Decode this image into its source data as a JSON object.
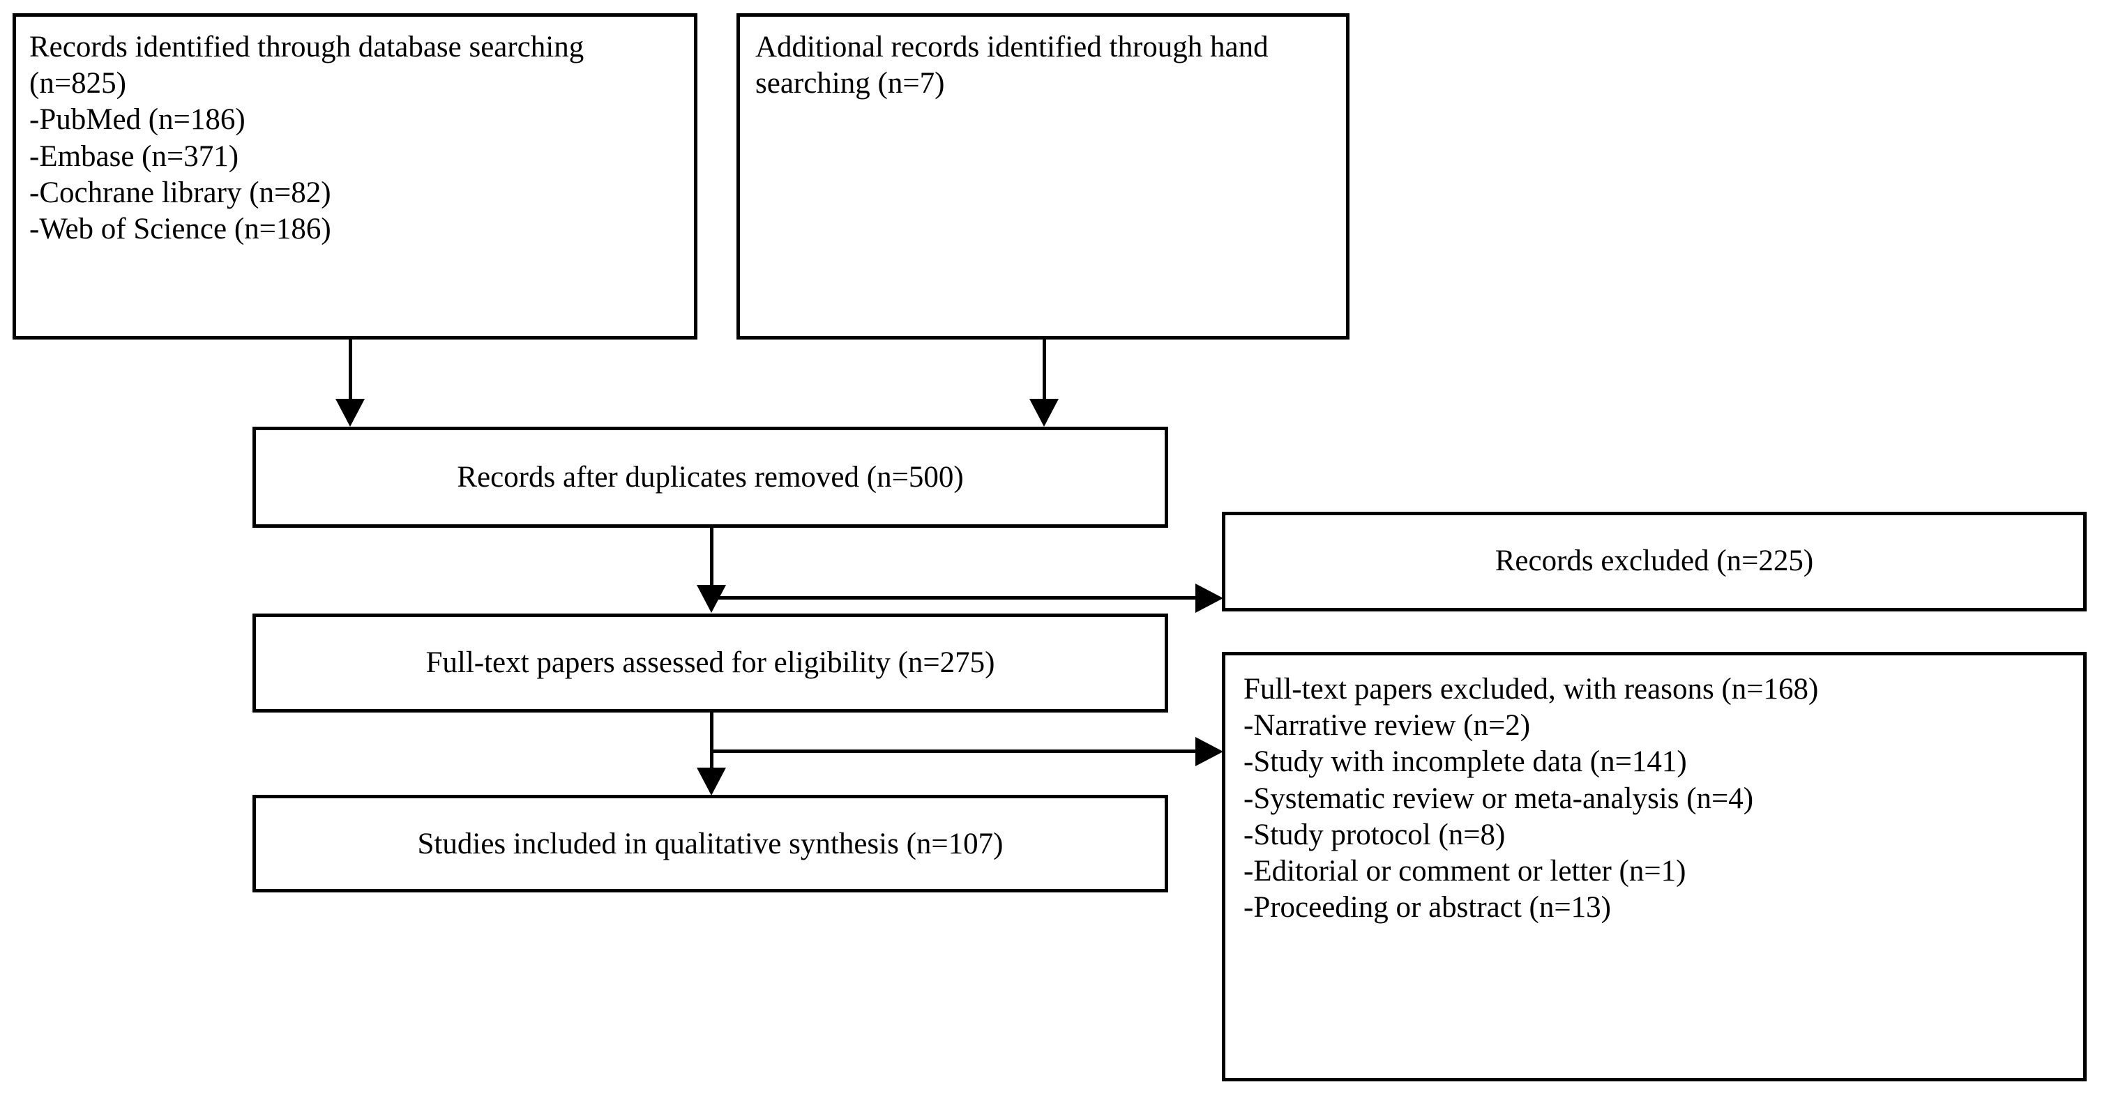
{
  "diagram": {
    "title": "PRISMA study selection flow diagram",
    "type": "flowchart",
    "ink_color": "#000000",
    "background_color": "#ffffff"
  },
  "boxes": {
    "identification_database": {
      "text": "Records identified through database searching (n=825)\n-PubMed (n=186)\n-Embase (n=371)\n-Cochrane library (n=82)\n-Web of Science (n=186)",
      "align": "left"
    },
    "identification_hand": {
      "text": "Additional records identified through hand searching (n=7)",
      "align": "left"
    },
    "duplicates_removed": {
      "text": "Records after duplicates removed (n=500)",
      "align": "center"
    },
    "records_excluded": {
      "text": "Records excluded (n=225)",
      "align": "center"
    },
    "fulltext_assessed": {
      "text": "Full-text papers assessed for eligibility (n=275)",
      "align": "center"
    },
    "fulltext_excluded": {
      "text": "Full-text papers excluded, with reasons (n=168)\n-Narrative review (n=2)\n-Study with incomplete data (n=141)\n-Systematic review or meta-analysis (n=4)\n-Study protocol (n=8)\n-Editorial or comment or letter (n=1)\n-Proceeding or abstract (n=13)",
      "align": "left"
    },
    "studies_included": {
      "text": "Studies included in qualitative synthesis (n=107)",
      "align": "center"
    }
  },
  "chart_data": {
    "type": "flowchart",
    "title": "PRISMA study selection flow diagram",
    "nodes": [
      {
        "id": "identification_database",
        "label": "Records identified through database searching",
        "n": 825,
        "breakdown": [
          {
            "source": "PubMed",
            "n": 186
          },
          {
            "source": "Embase",
            "n": 371
          },
          {
            "source": "Cochrane library",
            "n": 82
          },
          {
            "source": "Web of Science",
            "n": 186
          }
        ]
      },
      {
        "id": "identification_hand",
        "label": "Additional records identified through hand searching",
        "n": 7
      },
      {
        "id": "duplicates_removed",
        "label": "Records after duplicates removed",
        "n": 500
      },
      {
        "id": "records_excluded",
        "label": "Records excluded",
        "n": 225
      },
      {
        "id": "fulltext_assessed",
        "label": "Full-text papers assessed for eligibility",
        "n": 275
      },
      {
        "id": "fulltext_excluded",
        "label": "Full-text papers excluded, with reasons",
        "n": 168,
        "breakdown": [
          {
            "reason": "Narrative review",
            "n": 2
          },
          {
            "reason": "Study with incomplete data",
            "n": 141
          },
          {
            "reason": "Systematic review or meta-analysis",
            "n": 4
          },
          {
            "reason": "Study protocol",
            "n": 8
          },
          {
            "reason": "Editorial or comment or letter",
            "n": 1
          },
          {
            "reason": "Proceeding or abstract",
            "n": 13
          }
        ]
      },
      {
        "id": "studies_included",
        "label": "Studies included in qualitative synthesis",
        "n": 107
      }
    ],
    "edges": [
      {
        "from": "identification_database",
        "to": "duplicates_removed",
        "direction": "down"
      },
      {
        "from": "identification_hand",
        "to": "duplicates_removed",
        "direction": "down"
      },
      {
        "from": "duplicates_removed",
        "to": "fulltext_assessed",
        "direction": "down"
      },
      {
        "from": "duplicates_removed",
        "to": "records_excluded",
        "direction": "right"
      },
      {
        "from": "fulltext_assessed",
        "to": "studies_included",
        "direction": "down"
      },
      {
        "from": "fulltext_assessed",
        "to": "fulltext_excluded",
        "direction": "right"
      }
    ]
  }
}
